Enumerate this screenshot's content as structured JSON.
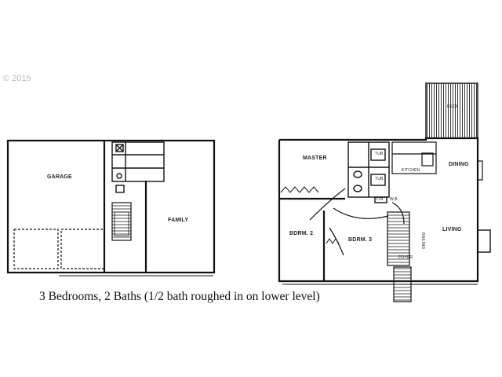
{
  "watermark": {
    "copyright": "© 2015"
  },
  "lower_level": {
    "garage_label": "GARAGE",
    "family_label": "FAMILY"
  },
  "upper_level": {
    "master_label": "MASTER",
    "dining_label": "DINING",
    "kitchen_label": "KITCHEN",
    "living_label": "LIVING",
    "bedroom2_label": "BDRM. 2",
    "bedroom3_label": "BDRM. 3",
    "foyer_label": "FOYER",
    "deck_label": "DECK",
    "tub_label_1": "TUB",
    "tub_label_2": "TUB",
    "railing_label": "RAILING",
    "linen_label": "LIN",
    "closet_label": "W.B"
  },
  "caption": "3 Bedrooms, 2 Baths (1/2 bath roughed in on lower level)"
}
